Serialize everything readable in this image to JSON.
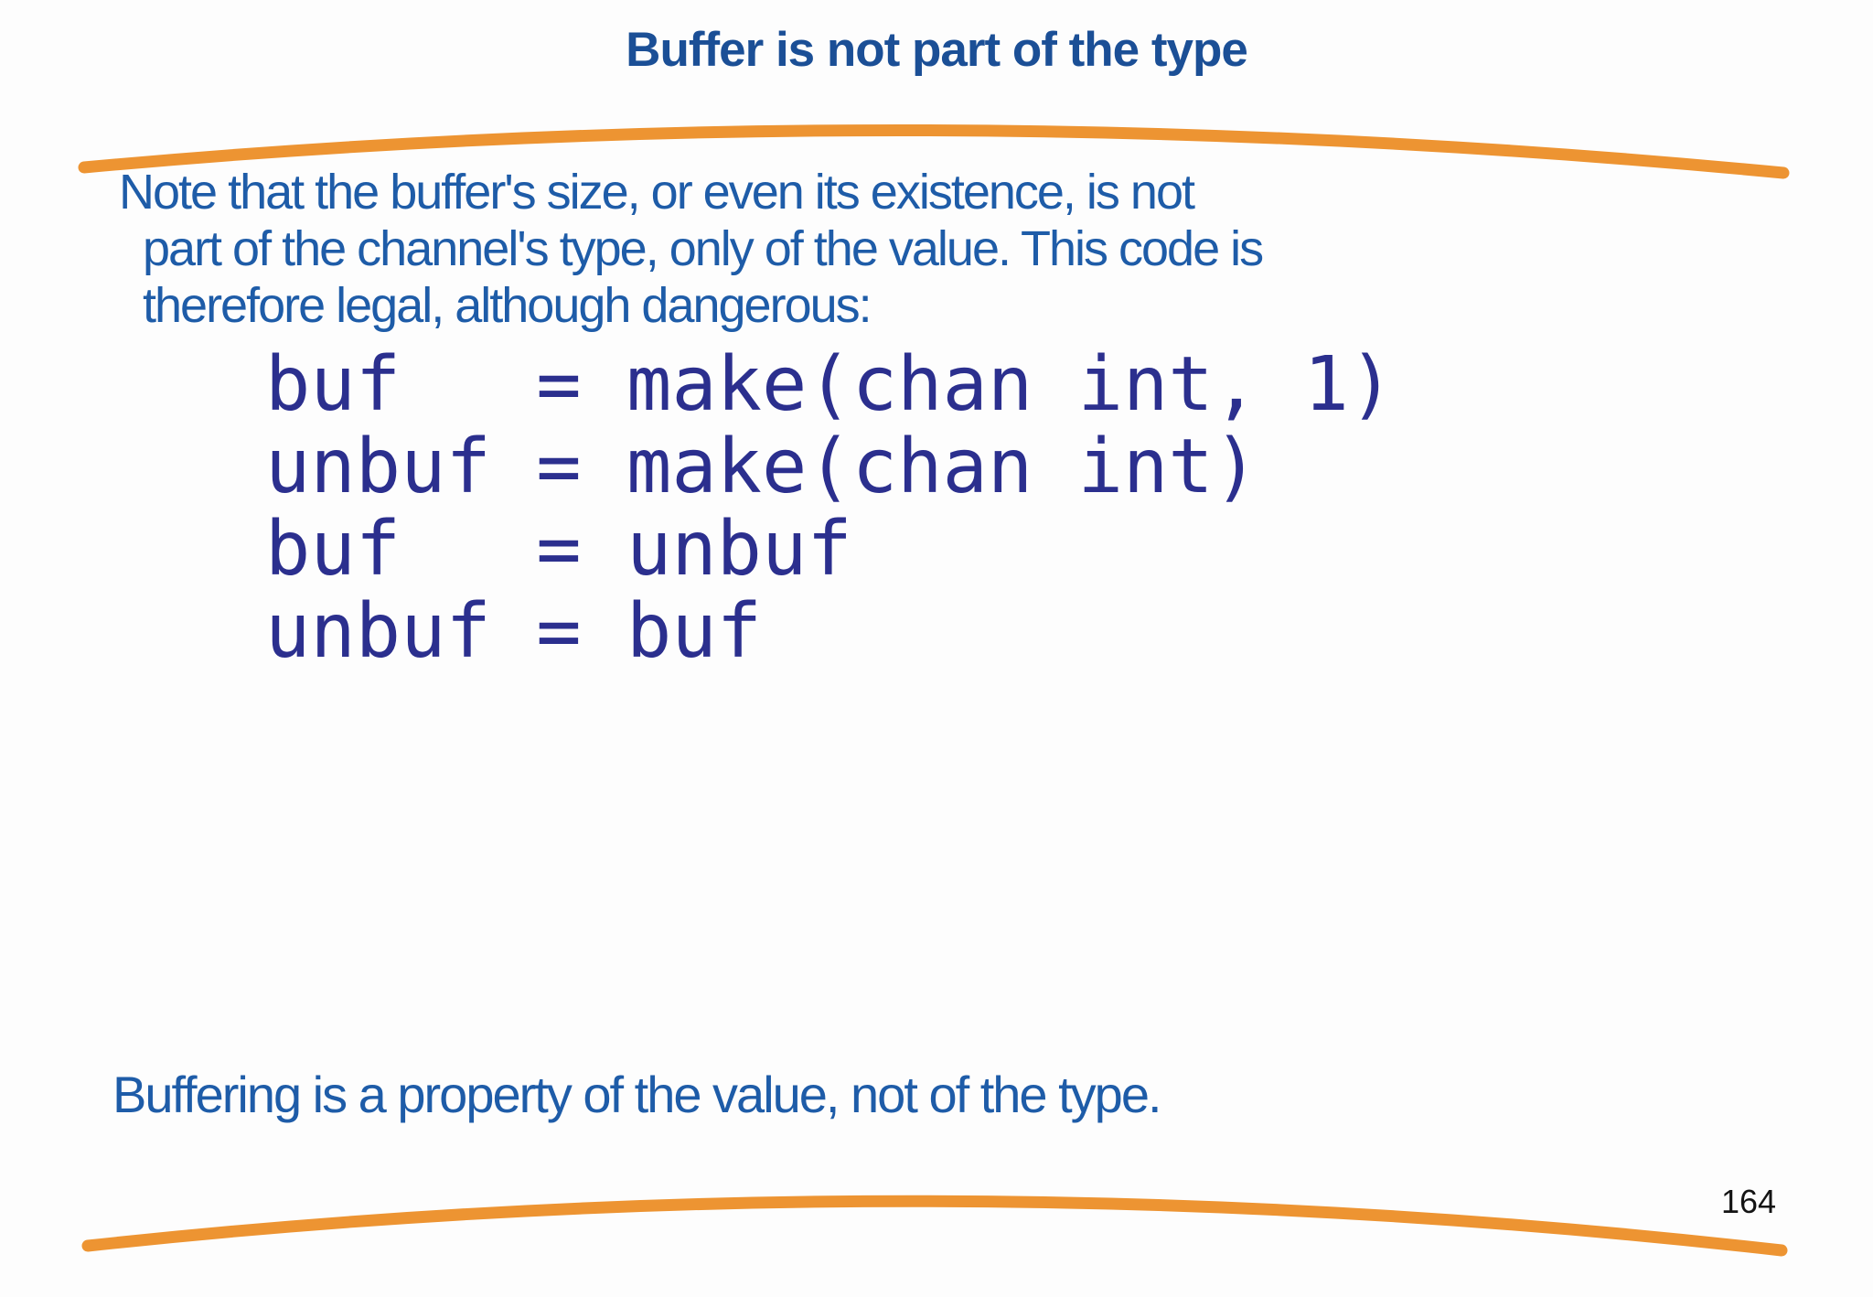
{
  "slide": {
    "title": "Buffer is not part of the type",
    "body": {
      "lines": [
        "Note that the buffer's size, or even its existence, is not",
        "part of the channel's type, only of the value. This code is",
        "therefore legal, although dangerous:"
      ]
    },
    "code": {
      "lines": [
        "buf   = make(chan int, 1)",
        "unbuf = make(chan int)",
        "buf   = unbuf",
        "unbuf = buf"
      ]
    },
    "footer_text": "Buffering is a property of the value, not of the type.",
    "page_number": "164",
    "colors": {
      "title_blue": "#1b4f96",
      "body_blue": "#1e5ca8",
      "code_navy": "#2b2f8e",
      "accent_orange": "#ED9432",
      "page_number_black": "#141414",
      "background": "#fdfdfd"
    }
  }
}
